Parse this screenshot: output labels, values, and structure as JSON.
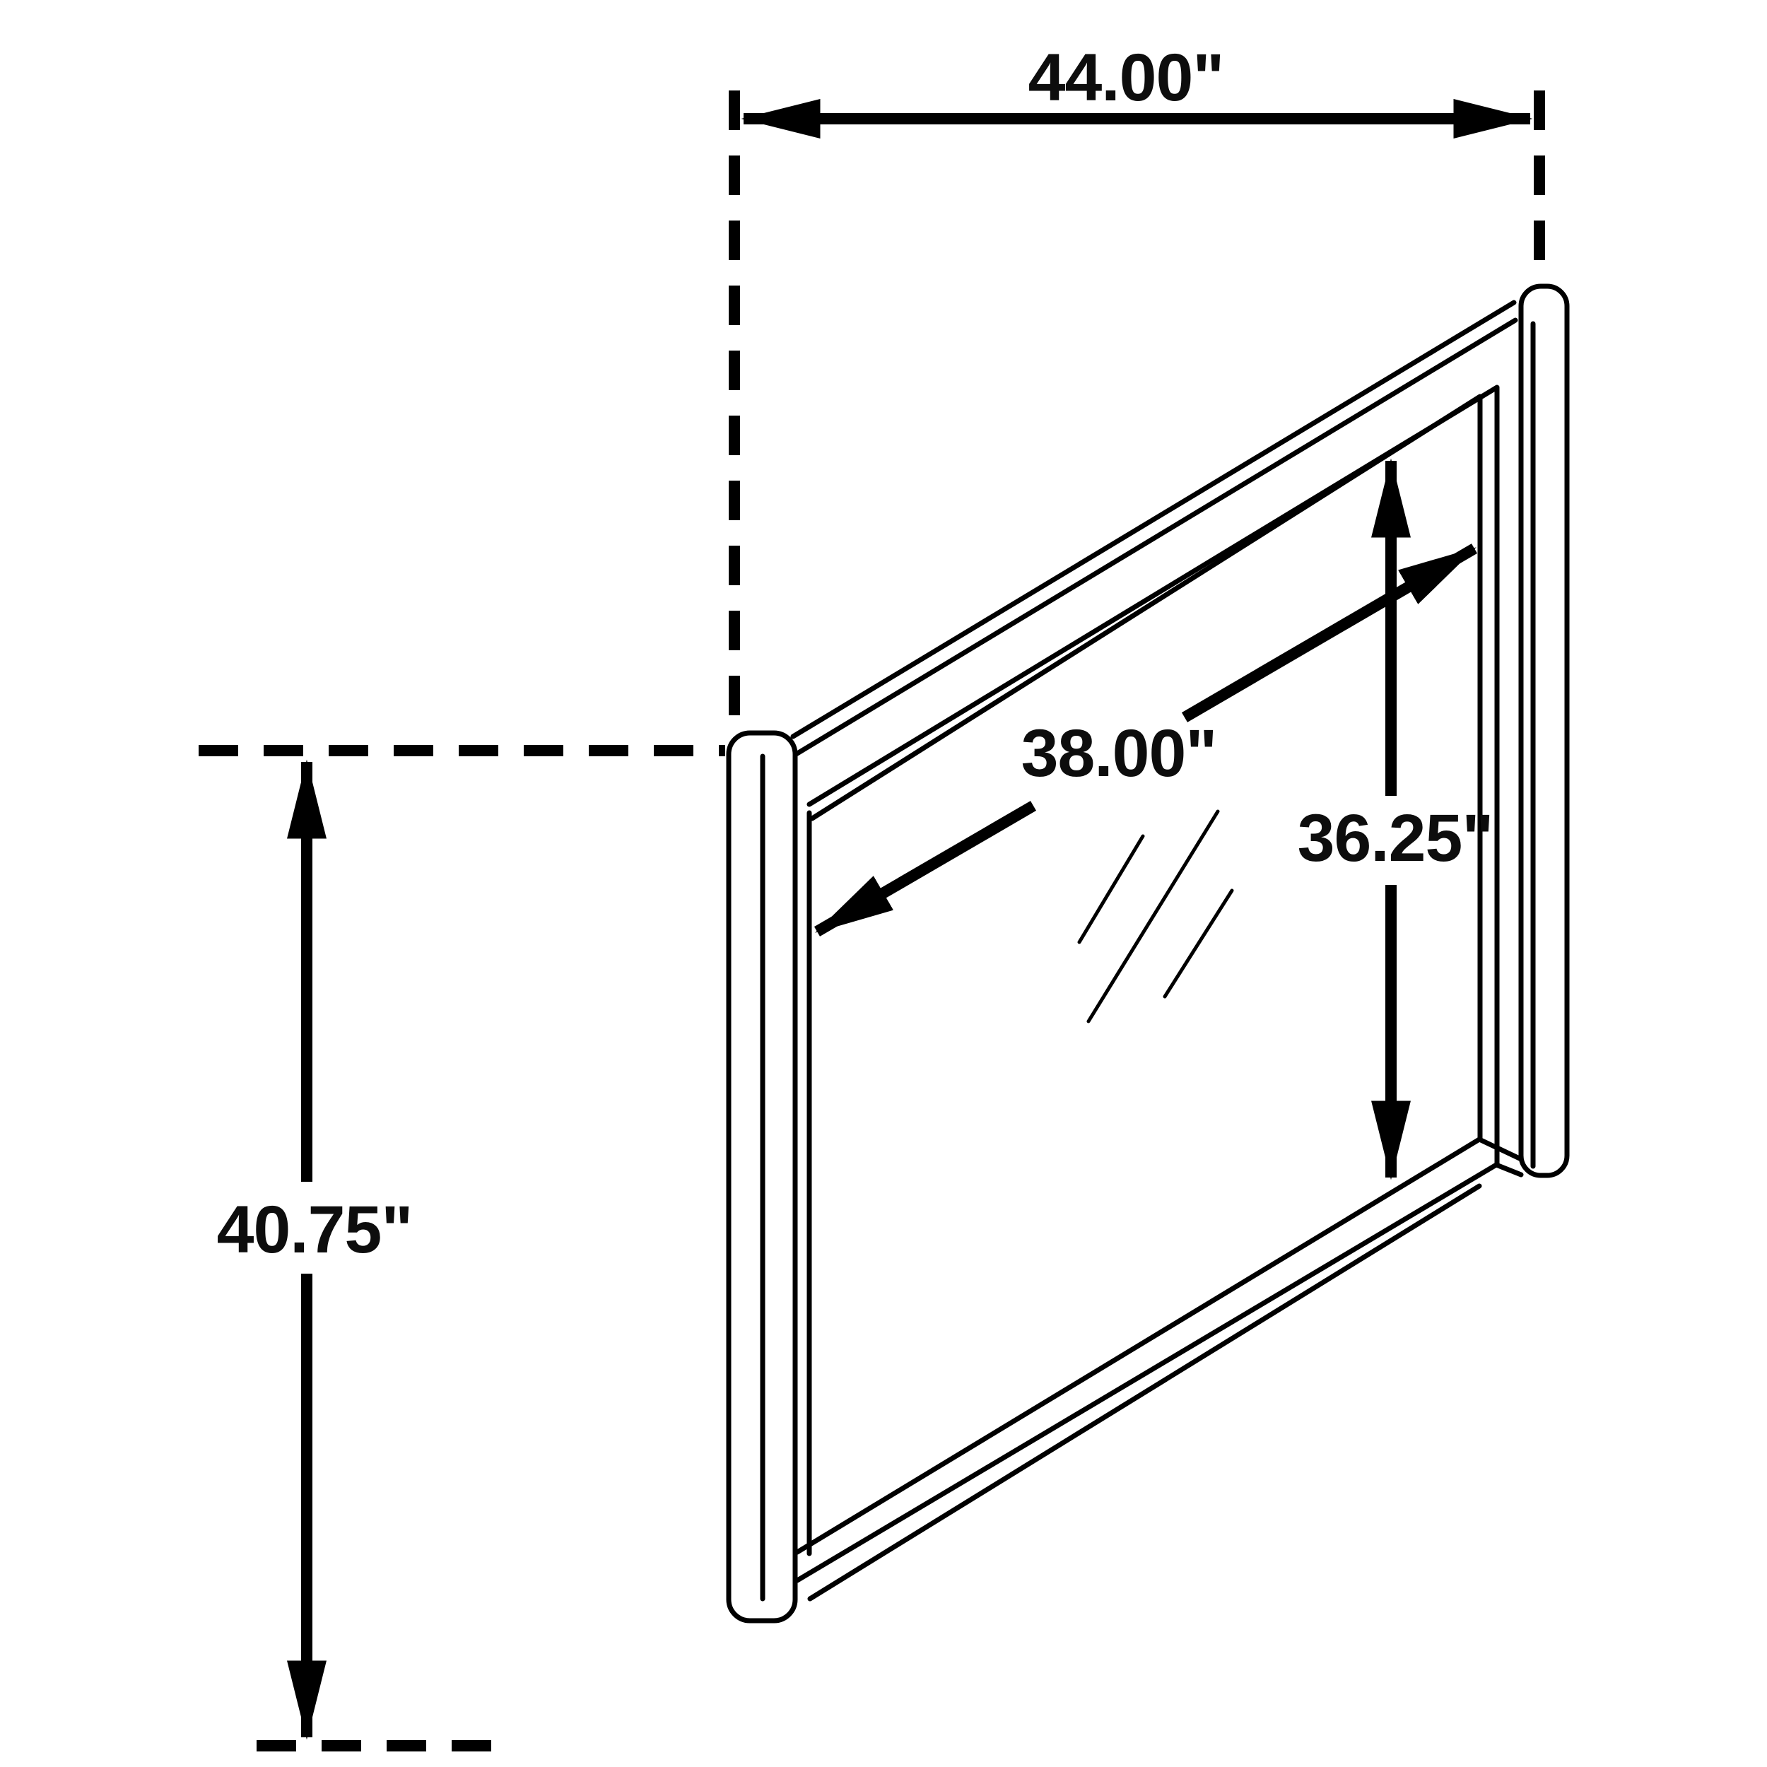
{
  "diagram": {
    "title": "mirror-dimension-diagram",
    "dimensions": {
      "overall_width": {
        "label": "44.00\""
      },
      "overall_height": {
        "label": "40.75\""
      },
      "mirror_glass_width": {
        "label": "38.00\""
      },
      "mirror_glass_height": {
        "label": "36.25\""
      }
    },
    "colors": {
      "line": "#000000",
      "text": "#0d0d0d",
      "background": "#ffffff"
    }
  }
}
